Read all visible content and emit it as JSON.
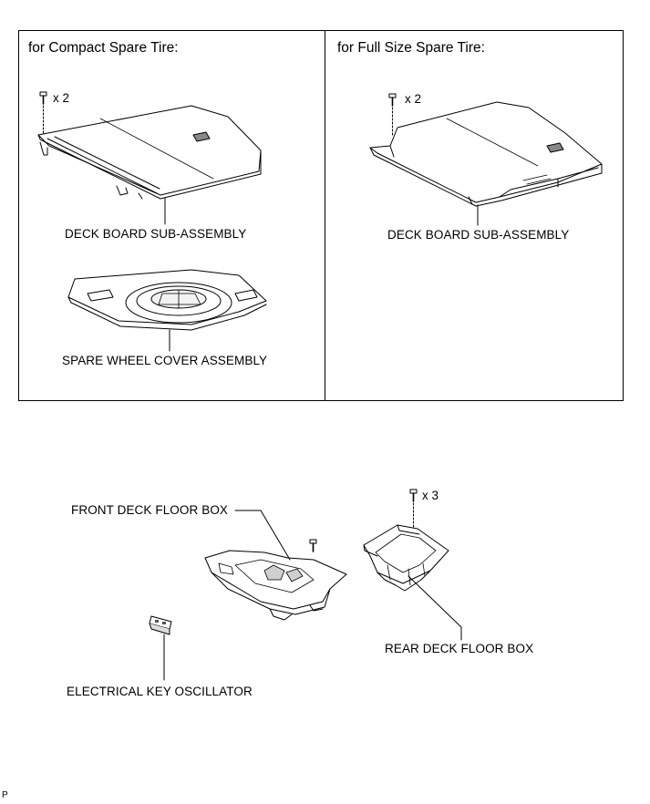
{
  "panels": {
    "compact": {
      "heading": "for Compact Spare Tire:",
      "bolt_qty": "x 2",
      "deck_board_label": "DECK BOARD SUB-ASSEMBLY",
      "spare_cover_label": "SPARE WHEEL COVER ASSEMBLY"
    },
    "full": {
      "heading": "for Full Size Spare Tire:",
      "bolt_qty": "x 2",
      "deck_board_label": "DECK BOARD SUB-ASSEMBLY"
    }
  },
  "lower": {
    "front_box_label": "FRONT DECK FLOOR BOX",
    "rear_box_label": "REAR DECK FLOOR BOX",
    "rear_bolt_qty": "x 3",
    "oscillator_label": "ELECTRICAL KEY OSCILLATOR"
  },
  "footer": {
    "code": "P"
  },
  "colors": {
    "line": "#000000",
    "shade": "#d9d9d9",
    "background": "#ffffff"
  }
}
